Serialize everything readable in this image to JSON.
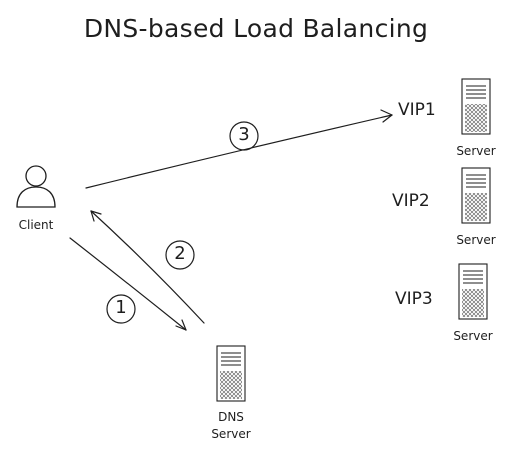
{
  "diagram": {
    "title": "DNS-based Load Balancing",
    "client_label": "Client",
    "dns_server_label_line1": "DNS",
    "dns_server_label_line2": "Server",
    "servers": [
      {
        "vip": "VIP1",
        "label": "Server"
      },
      {
        "vip": "VIP2",
        "label": "Server"
      },
      {
        "vip": "VIP3",
        "label": "Server"
      }
    ],
    "steps": [
      {
        "number": "1",
        "from": "Client",
        "to": "DNS Server"
      },
      {
        "number": "2",
        "from": "DNS Server",
        "to": "Client"
      },
      {
        "number": "3",
        "from": "Client",
        "to": "VIP1"
      }
    ],
    "colors": {
      "stroke": "#1e1e1e",
      "background": "#ffffff"
    }
  }
}
